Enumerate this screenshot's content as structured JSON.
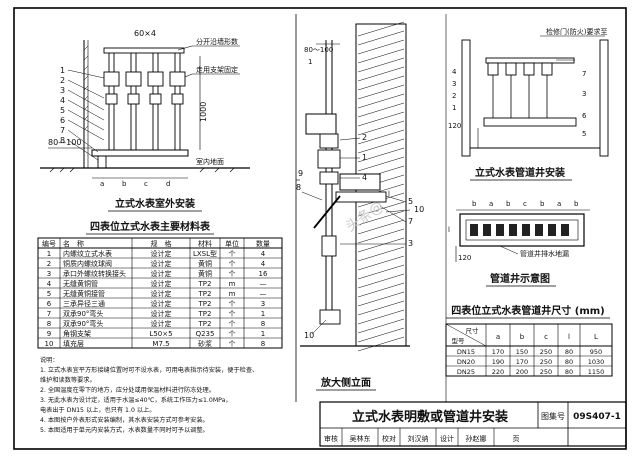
{
  "drawing": {
    "title_outdoor": "立式水表室外安装",
    "title_well": "立式水表管道井安装",
    "title_well_schematic": "管道井示意图",
    "title_elevation": "放大侧立面",
    "dim_top_left": "60×4",
    "dim_80_100": "80—100",
    "dim_80_100_b": "80～100",
    "dim_1000": "1000",
    "dim_120_a": "120",
    "dim_120_b": "120",
    "dim_1_note": "1",
    "dim_l_a": "l",
    "dim_l_b": "l",
    "label_a": "a",
    "label_b": "b",
    "label_c": "c",
    "label_d": "d",
    "note_wall_1": "分开沿墙形数",
    "note_wall_2": "走用支架固定",
    "note_indoor": "室内地面",
    "note_well_wall": "检修门(防火)要求至",
    "note_drain": "管道井排水地漏",
    "callouts_left": [
      "1",
      "2",
      "3",
      "4",
      "5",
      "6",
      "7",
      "8"
    ],
    "callout_9": "9",
    "callout_10": "10",
    "callouts_side": [
      "2",
      "1",
      "4",
      "5",
      "7",
      "3",
      "8",
      "10"
    ],
    "callouts_well": [
      "4",
      "3",
      "2",
      "1"
    ],
    "callout_well_7": "7",
    "callout_well_3": "3",
    "callout_well_6": "6",
    "callout_well_5": "5",
    "dims_well_top": [
      "b",
      "a",
      "b",
      "c",
      "b",
      "a",
      "b"
    ]
  },
  "materials": {
    "title": "四表位立式水表主要材料表",
    "headers": [
      "编号",
      "名　称",
      "规　格",
      "材料",
      "单位",
      "数量"
    ],
    "rows": [
      [
        "1",
        "内螺纹立式水表",
        "设计定",
        "LXSL型",
        "个",
        "4"
      ],
      [
        "2",
        "铜质内螺纹球阀",
        "设计定",
        "黄铜",
        "个",
        "4"
      ],
      [
        "3",
        "承口外螺纹转换接头",
        "设计定",
        "黄铜",
        "个",
        "16"
      ],
      [
        "4",
        "无缝黄铜管",
        "设计定",
        "TP2",
        "m",
        "—"
      ],
      [
        "5",
        "无缝黄铜接管",
        "设计定",
        "TP2",
        "m",
        "—"
      ],
      [
        "6",
        "三承异径三通",
        "设计定",
        "TP2",
        "个",
        "3"
      ],
      [
        "7",
        "双承90°弯头",
        "设计定",
        "TP2",
        "个",
        "1"
      ],
      [
        "8",
        "双承90°弯头",
        "设计定",
        "TP2",
        "个",
        "8"
      ],
      [
        "9",
        "角钢支架",
        "L50×5",
        "Q235",
        "个",
        "1"
      ],
      [
        "10",
        "填充层",
        "M7.5",
        "砂浆",
        "个",
        "8"
      ]
    ]
  },
  "sizes": {
    "title": "四表位立式水表管道井尺寸 (mm)",
    "headers": [
      "尺寸",
      "a",
      "b",
      "c",
      "L"
    ],
    "header_sub": "型号",
    "rows": [
      [
        "DN15",
        "170",
        "150",
        "250",
        "80",
        "950"
      ],
      [
        "DN20",
        "190",
        "170",
        "250",
        "80",
        "1030"
      ],
      [
        "DN25",
        "220",
        "200",
        "250",
        "80",
        "1150"
      ]
    ]
  },
  "notes": {
    "lines": [
      "说明：",
      "1. 立式水表宜平方形接缝位置时可不设水表，可用电表指示待安装，便于检查、",
      "   维护和读数等要求。",
      "2. 全国温度在零下的地方，应分处或用保温材料进行防冻处理。",
      "3. 无此水表为设计定，适用于水温≤40℃，系统工作压力≤1.0MPa，",
      "   电表出于 DN15 以上，也只有 1.0 以上。",
      "4. 本图按户外表形式安装编制，其水表安装方式可参考安装。",
      "5. 本图适用于单元内安装方式，水表数量不同时可予以调整。"
    ]
  },
  "titleblock": {
    "main_title": "立式水表明敷或管道井安装",
    "atlas_label": "图集号",
    "atlas_no": "09S407-1",
    "row": [
      "审核",
      "吴林东",
      "校对",
      "刘汉纳",
      "设计",
      "孙赵娜",
      "页"
    ],
    "sig1": "吴林东",
    "sig2": "刘汉纳"
  },
  "watermark": "头条@"
}
